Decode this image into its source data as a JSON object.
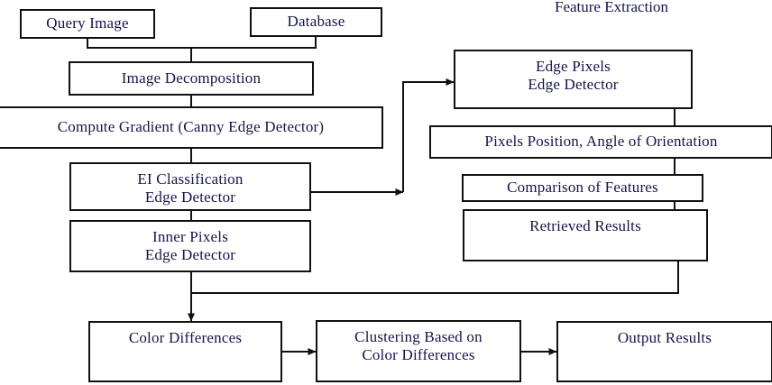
{
  "diagram": {
    "title_label": "Feature Extraction",
    "nodes": [
      {
        "id": "query_image",
        "label": "Query Image"
      },
      {
        "id": "database",
        "label": "Database"
      },
      {
        "id": "image_decomp",
        "label": "Image Decomposition"
      },
      {
        "id": "compute_gradient",
        "label": "Compute Gradient (Canny Edge Detector)"
      },
      {
        "id": "ei_classification",
        "label": "EI Classification\nEdge Detector"
      },
      {
        "id": "inner_pixels",
        "label": "Inner Pixels\nEdge Detector"
      },
      {
        "id": "edge_pixels",
        "label": "Edge Pixels\nEdge Detector"
      },
      {
        "id": "pixels_position",
        "label": "Pixels Position, Angle of Orientation"
      },
      {
        "id": "comparison",
        "label": "Comparison of Features"
      },
      {
        "id": "retrieved",
        "label": "Retrieved Results"
      },
      {
        "id": "color_diff",
        "label": "Color Differences"
      },
      {
        "id": "clustering",
        "label": "Clustering Based on\nColor Differences"
      },
      {
        "id": "output_results",
        "label": "Output Results"
      }
    ],
    "edges": [
      {
        "from": "query_image",
        "to": "image_decomp",
        "arrow": false
      },
      {
        "from": "database",
        "to": "image_decomp",
        "arrow": false
      },
      {
        "from": "image_decomp",
        "to": "compute_gradient",
        "arrow": false
      },
      {
        "from": "compute_gradient",
        "to": "ei_classification",
        "arrow": false
      },
      {
        "from": "ei_classification",
        "to": "edge_pixels",
        "arrow": true
      },
      {
        "from": "ei_classification",
        "to": "inner_pixels",
        "arrow": false
      },
      {
        "from": "edge_pixels",
        "to": "pixels_position",
        "arrow": false
      },
      {
        "from": "pixels_position",
        "to": "comparison",
        "arrow": false
      },
      {
        "from": "comparison",
        "to": "retrieved",
        "arrow": false
      },
      {
        "from": "inner_pixels",
        "to": "color_diff",
        "arrow": true
      },
      {
        "from": "retrieved",
        "to": "color_diff",
        "arrow": true
      },
      {
        "from": "color_diff",
        "to": "clustering",
        "arrow": true
      },
      {
        "from": "clustering",
        "to": "output_results",
        "arrow": true
      }
    ],
    "colors": {
      "stroke": "#111111",
      "box_fill": "#ffffff",
      "text": "#15154a",
      "background": "#ffffff"
    }
  }
}
